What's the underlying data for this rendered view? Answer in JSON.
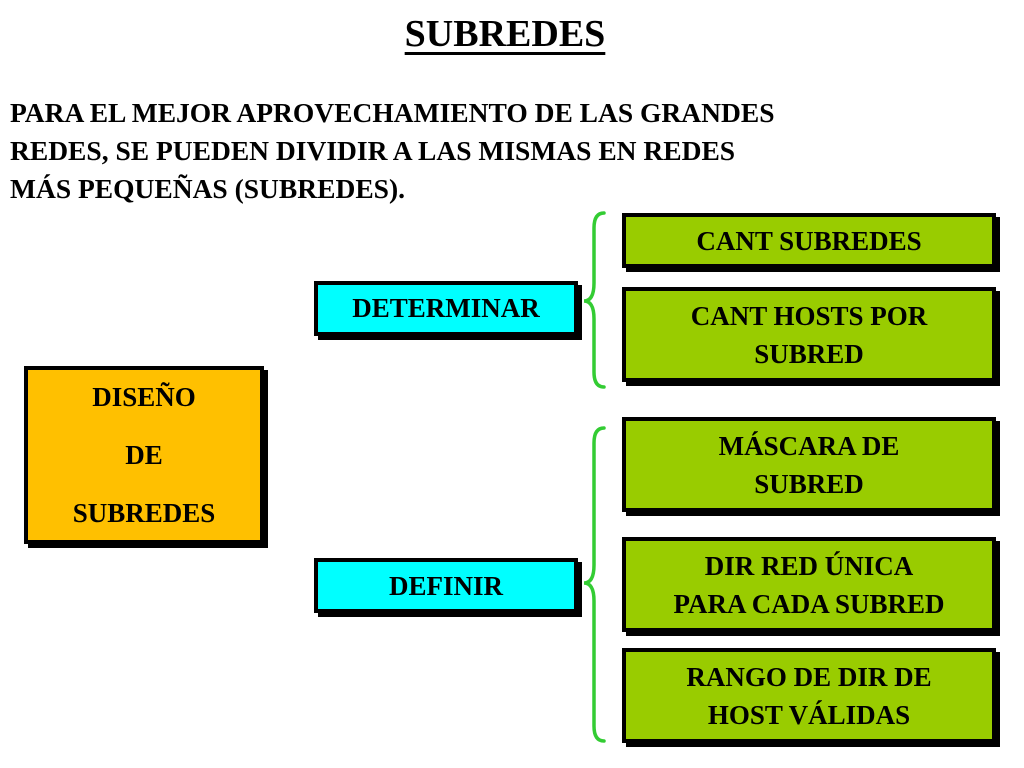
{
  "title": "SUBREDES",
  "intro": {
    "line1": "PARA EL MEJOR APROVECHAMIENTO DE LAS GRANDES",
    "line2": "REDES, SE PUEDEN DIVIDIR A LAS MISMAS EN REDES",
    "line3": "MÁS PEQUEÑAS (SUBREDES)."
  },
  "main_box": {
    "line1": "DISEÑO",
    "line2": "DE",
    "line3": "SUBREDES"
  },
  "determinar": {
    "label": "DETERMINAR",
    "items": [
      {
        "line1": "CANT SUBREDES"
      },
      {
        "line1": "CANT HOSTS POR",
        "line2": "SUBRED"
      }
    ]
  },
  "definir": {
    "label": "DEFINIR",
    "items": [
      {
        "line1": "MÁSCARA DE",
        "line2": "SUBRED"
      },
      {
        "line1": "DIR RED ÚNICA",
        "line2": "PARA CADA SUBRED"
      },
      {
        "line1": "RANGO DE DIR DE",
        "line2": "HOST VÁLIDAS"
      }
    ]
  },
  "colors": {
    "main_box": "#ffc000",
    "category_box": "#00ffff",
    "item_box": "#99cc00",
    "brace": "#33cc33"
  }
}
